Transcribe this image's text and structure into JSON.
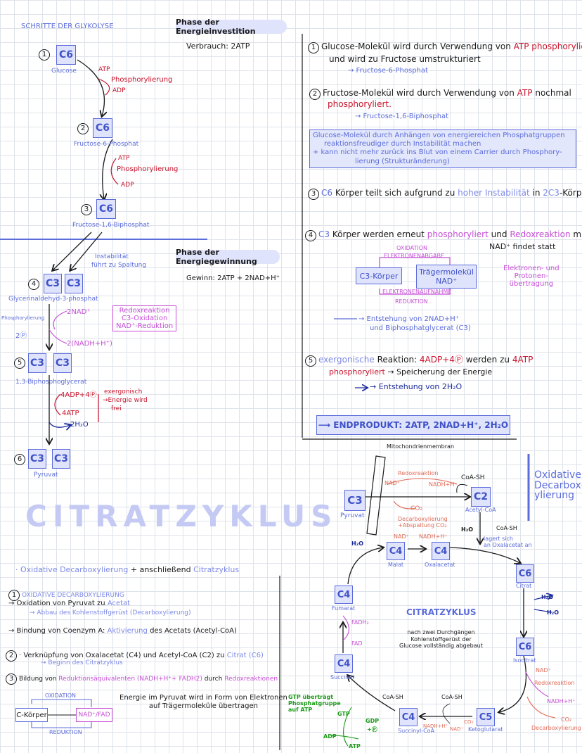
{
  "glyk": {
    "title": "SCHRITTE DER GLYKOLYSE",
    "phase1": "Phase der Energieinvestition",
    "verbrauch": "Verbrauch: 2ATP",
    "phase2": "Phase der Energiegewinnung",
    "gewinn": "Gewinn: 2ATP + 2NAD+H⁺",
    "c6": "C6",
    "c3": "C3",
    "glucose": "Glucose",
    "atp": "ATP",
    "adp": "ADP",
    "phos": "Phosphorylierung",
    "f6p": "Fructose-6-Phosphat",
    "f16bp": "Fructose-1,6-Biphosphat",
    "instab": [
      "Instabilität",
      "führt zu Spaltung"
    ],
    "g3p": "Glycerinaldehyd-3-phosphat",
    "phosl": "Phosphorylierung",
    "nad2": "2NAD⁺",
    "twoP": "2Ⓟ",
    "nadh2": "2(NADH+H⁺)",
    "redox": [
      "Redoxreaktion",
      "C3-Oxidation",
      "NAD⁺-Reduktion"
    ],
    "bpg": "1,3-Biphosphoglycerat",
    "adp4": "4ADP+4Ⓟ",
    "atp4": "4ATP",
    "h2o2": "2H₂O",
    "exer": [
      "exergonisch",
      "→Energie wird",
      "frei"
    ],
    "pyruvat": "Pyruvat",
    "nums": [
      "1",
      "2",
      "3",
      "4",
      "5",
      "6"
    ]
  },
  "steps": {
    "s1a": "Glucose-Molekül wird durch Verwendung von",
    "s1b": "ATP phosphoryliert",
    "s1c": "und wird zu Fructose umstrukturiert",
    "s1d": "→ Fructose-6-Phosphat",
    "s2a": "Fructose-Molekül wird durch Verwendung von",
    "s2b": "ATP",
    "s2c": "nochmal",
    "s2d": "phosphoryliert.",
    "s2e": "→ Fructose-1,6-Biphosphat",
    "box": [
      "Glucose-Molekül durch Anhängen von energiereichen Phosphatgruppen",
      "reaktionsfreudiger durch Instabilität machen",
      "+ kann nicht mehr zurück ins Blut von einem Carrier durch Phosphory-",
      "lierung (Strukturänderung)"
    ],
    "s3a": "C6",
    "s3b": "Körper teilt sich aufgrund zu",
    "s3c": "hoher Instabilität",
    "s3d": "in",
    "s3e": "2C3",
    "s3f": "-Körper",
    "s4a": "C3",
    "s4b": "Körper werden erneut",
    "s4c": "phosphoryliert",
    "s4d": "und",
    "s4e": "Redoxreaktion",
    "s4f": "mit",
    "s4g": "NAD⁺ findet statt",
    "oxid": "OXIDATION",
    "eab": "ELEKTRONENABGABE",
    "c3k": "C3-Körper",
    "trag": "Trägermolekül",
    "nadp": "NAD⁺",
    "eauf": "ELEKTRONENAUFNAHME",
    "red": "REDUKTION",
    "elek": [
      "Elektronen- und",
      "Protonen-",
      "übertragung"
    ],
    "entst": "→ Entstehung von 2NAD+H⁺",
    "entst2": "und Biphosphatglycerat (C3)",
    "s5a": "exergonische",
    "s5b": "Reaktion:",
    "s5c": "4ADP+4Ⓟ",
    "s5d": "werden zu",
    "s5e": "4ATP",
    "s5f": "phosphoryliert",
    "s5g": "→ Speicherung der Energie",
    "s5h": "→ Entstehung von 2H₂O",
    "end": "⟶ ENDPRODUKT: 2ATP, 2NAD+H⁺, 2H₂O"
  },
  "citr": {
    "title": "CITRATZYKLUS",
    "intro1": "· Oxidative Decarboxylierung",
    "intro2": "+ anschließend",
    "intro3": "Citratzyklus",
    "ox_title": "OXIDATIVE DECARBOXYLIERUNG",
    "l1a": "→ Oxidation von Pyruvat zu",
    "l1b": "Acetat",
    "l1c": "→ Abbau des Kohlenstoffgerüst (Decarboxylierung)",
    "l2a": "→ Bindung von Coenzym A:",
    "l2b": "Aktivierung",
    "l2c": "des Acetats (Acetyl-CoA)",
    "l3a": "· Verknüpfung von Oxalacetat (C4) und Acetyl-CoA (C2) zu",
    "l3b": "Citrat (C6)",
    "l3c": "→ Beginn des Citratzyklus",
    "l4a": "Bildung von",
    "l4b": "Reduktionsäquivalenten (NADH+H⁺+ FADH2)",
    "l4c": "durch",
    "l4d": "Redoxreaktionen",
    "oxid": "OXIDATION",
    "ck": "C-Körper",
    "nadfad": "NAD⁺/FAD",
    "red": "REDUKTION",
    "energie": [
      "Energie im Pyruvat wird in Form von Elektronen",
      "auf Trägermoleküle übertragen"
    ]
  },
  "cycle": {
    "membran": "Mitochondrienmembran",
    "oxdec": [
      "Oxidative",
      "Decarbox-",
      "ylierung"
    ],
    "c3": "C3",
    "pyruvat": "Pyruvat",
    "redox": "Redoxreaktion",
    "nad": "NAD⁺",
    "nadh": "NADH+H⁺",
    "coash": "CoA-SH",
    "c2": "C2",
    "acetyl": "Acetyl-CoA",
    "co2": "CO₂",
    "decarb": [
      "Decarboxylierung",
      "+Abspaltung CO₂"
    ],
    "h2o": "H₂O",
    "lagert": [
      "lagert sich",
      "an Oxalacetat an"
    ],
    "c4": "C4",
    "malat": "Malat",
    "oxal": "Oxalacetat",
    "c6": "C6",
    "citrat": "Citrat",
    "fumarat": "Fumarat",
    "fadh": "FADH₂",
    "fad": "FAD",
    "succinat": "Succinat",
    "label": "CITRATZYKLUS",
    "desc": [
      "nach zwei Durchgängen",
      "Kohlenstoffgerüst der",
      "Glucose vollständig abgebaut"
    ],
    "isocitrat": "Isocitrat",
    "redox2": "Redoxreaktion",
    "c5": "C5",
    "keto": "Ketoglutarat",
    "succoa": "Succinyl-CoA",
    "gtp": [
      "GTP überträgt",
      "Phosphatgruppe",
      "auf ATP"
    ],
    "gtpl": "GTP",
    "gdp": "GDP",
    "p": "+Ⓟ",
    "adp": "ADP",
    "atp": "ATP",
    "decarb2": "Decarboxylierung"
  }
}
